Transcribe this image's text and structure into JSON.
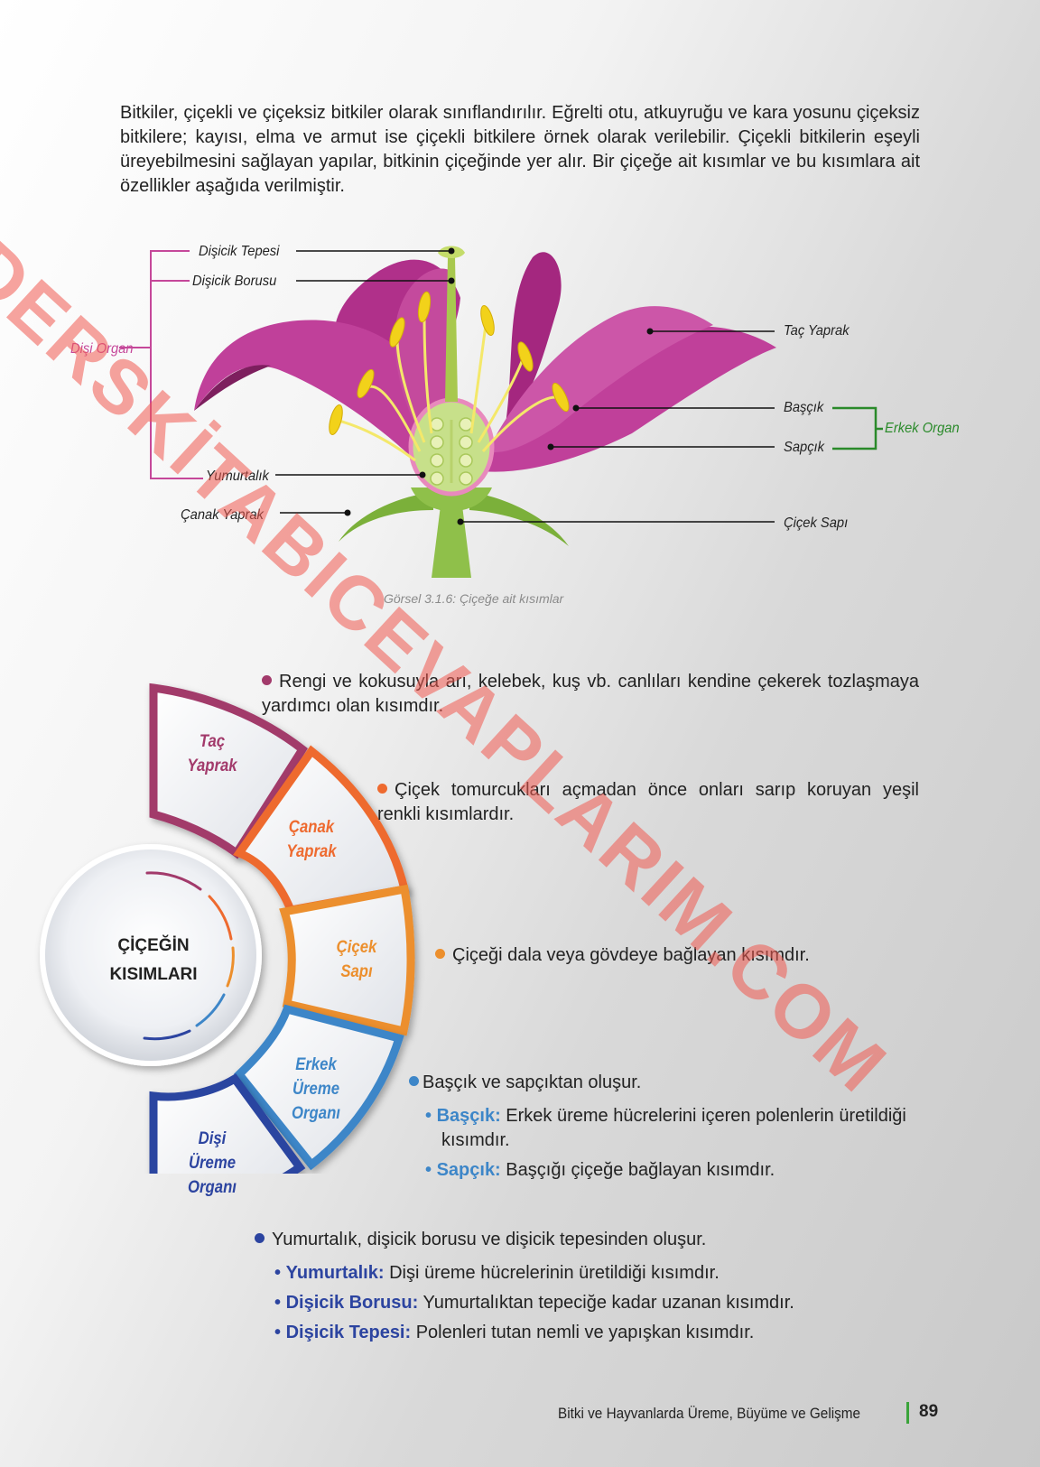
{
  "intro": {
    "paragraph": "Bitkiler, çiçekli ve çiçeksiz bitkiler olarak sınıflandırılır. Eğrelti otu, atkuyruğu ve kara yosunu çiçeksiz bitkilere; kayısı, elma ve armut ise çiçekli bitkilere örnek olarak verilebilir. Çiçekli bitkilerin eşeyli üreyebilmesini sağlayan yapılar, bitkinin çiçeğinde yer alır. Bir çiçeğe ait kısımlar ve bu kısımlara ait özellikler aşağıda verilmiştir."
  },
  "diagram": {
    "labels": {
      "disicik_tepesi": "Dişicik Tepesi",
      "disicik_borusu": "Dişicik Borusu",
      "disi_organ": "Dişi Organ",
      "yumurtalik": "Yumurtalık",
      "canak_yaprak": "Çanak Yaprak",
      "tac_yaprak": "Taç Yaprak",
      "bascik": "Başçık",
      "sapcik": "Sapçık",
      "erkek_organ": "Erkek Organ",
      "cicek_sapi": "Çiçek Sapı"
    },
    "caption": "Görsel 3.1.6: Çiçeğe ait kısımlar"
  },
  "watermark": "DERSKİTABICEVAPLARIM.COM",
  "parts": {
    "center": "ÇİÇEĞİN KISIMLARI",
    "segments": [
      {
        "label": "Taç Yaprak",
        "color": "#a23a6b"
      },
      {
        "label": "Çanak Yaprak",
        "color": "#ee6a2f"
      },
      {
        "label": "Çiçek Sapı",
        "color": "#ec8f2d"
      },
      {
        "label": "Erkek Üreme Organı",
        "color": "#3d86c8"
      },
      {
        "label": "Dişi Üreme Organı",
        "color": "#2c44a0"
      }
    ],
    "descriptions": {
      "tac": "Rengi ve kokusuyla arı, kelebek, kuş vb. canlıları kendine çekerek tozlaşmaya yardımcı olan kısımdır.",
      "canak": "Çiçek tomurcukları açmadan önce onları sarıp koruyan yeşil renkli kısımlardır.",
      "sap": "Çiçeği dala veya gövdeye bağlayan kısımdır.",
      "erkek": "Başçık ve sapçıktan oluşur.",
      "erkek_items": [
        {
          "term": "Başçık:",
          "text": "Erkek üreme hücrelerini içeren polenlerin üretildiği kısımdır."
        },
        {
          "term": "Sapçık:",
          "text": "Başçığı çiçeğe bağlayan kısımdır."
        }
      ],
      "disi": "Yumurtalık, dişicik borusu ve dişicik tepesinden oluşur.",
      "disi_items": [
        {
          "term": "Yumurtalık:",
          "text": "Dişi üreme hücrelerinin üretildiği kısımdır."
        },
        {
          "term": "Dişicik Borusu:",
          "text": "Yumurtalıktan tepeciğe kadar uzanan kısımdır."
        },
        {
          "term": "Dişicik Tepesi:",
          "text": "Polenleri tutan nemli ve yapışkan kısımdır."
        }
      ]
    }
  },
  "footer": {
    "title": "Bitki ve Hayvanlarda Üreme, Büyüme ve Gelişme",
    "page": "89"
  }
}
